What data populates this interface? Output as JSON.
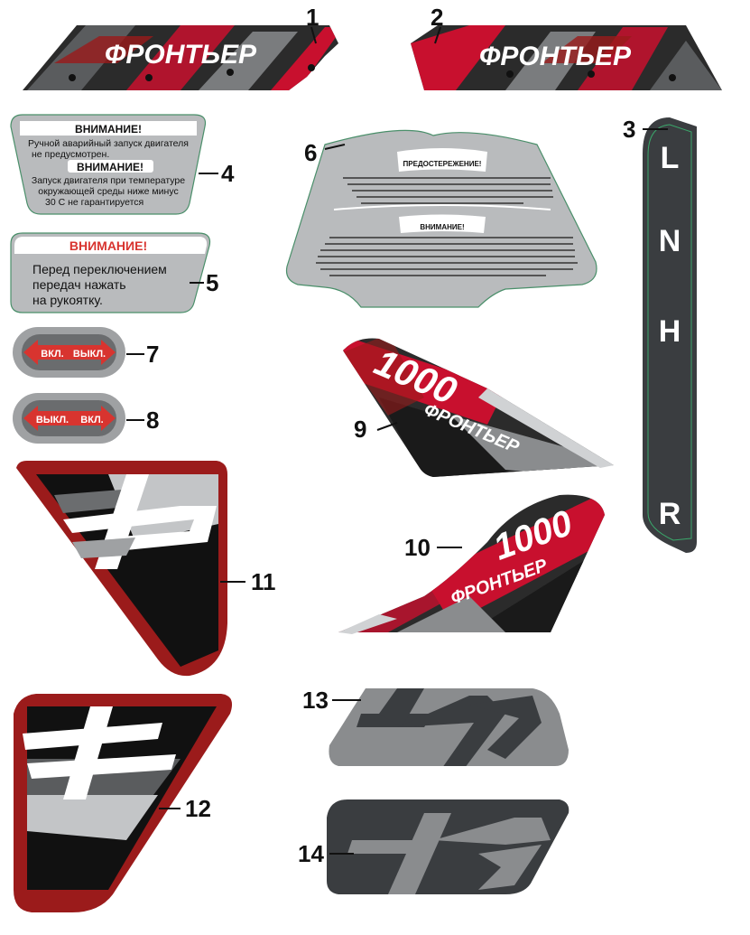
{
  "callouts": [
    "1",
    "2",
    "3",
    "4",
    "5",
    "6",
    "7",
    "8",
    "9",
    "10",
    "11",
    "12",
    "13",
    "14"
  ],
  "brand": "ФРОНТЬЕР",
  "model": "1000",
  "gear_letters": [
    "L",
    "N",
    "H",
    "R"
  ],
  "sticker4": {
    "title1": "ВНИМАНИЕ!",
    "line1": "Ручной аварийный запуск двигателя",
    "line2": "не предусмотрен.",
    "title2": "ВНИМАНИЕ!",
    "line3": "Запуск двигателя при температуре",
    "line4": "окружающей среды ниже минус",
    "line5": "30 С не гарантируется"
  },
  "sticker5": {
    "title": "ВНИМАНИЕ!",
    "line1": "Перед переключением",
    "line2": "передач нажать",
    "line3": "на рукоятку."
  },
  "sticker6": {
    "title1": "ПРЕДОСТЕРЕЖЕНИЕ!",
    "title2": "ВНИМАНИЕ!"
  },
  "switch7": {
    "left": "ВКЛ.",
    "right": "ВЫКЛ."
  },
  "switch8": {
    "left": "ВЫКЛ.",
    "right": "ВКЛ."
  },
  "colors": {
    "red": "#c8102e",
    "dark": "#2b2b2b",
    "grey": "#8a8c8e",
    "maroon": "#9b1b1b"
  }
}
